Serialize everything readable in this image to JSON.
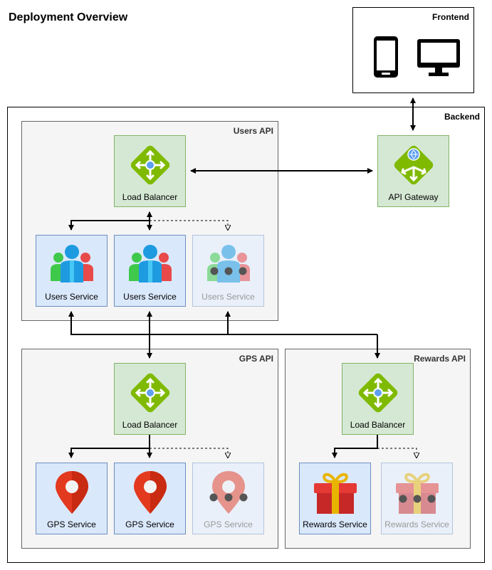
{
  "title": "Deployment Overview",
  "frontend": {
    "label": "Frontend",
    "devices": [
      "mobile-phone-icon",
      "desktop-monitor-icon"
    ]
  },
  "backend": {
    "label": "Backend"
  },
  "api_gateway": {
    "label": "API Gateway",
    "icon": "api-gateway-icon"
  },
  "users_api": {
    "label": "Users API",
    "load_balancer": "Load Balancer",
    "services": [
      {
        "label": "Users Service",
        "state": "active"
      },
      {
        "label": "Users Service",
        "state": "active"
      },
      {
        "label": "Users Service",
        "state": "inactive"
      }
    ]
  },
  "gps_api": {
    "label": "GPS API",
    "load_balancer": "Load Balancer",
    "services": [
      {
        "label": "GPS Service",
        "state": "active"
      },
      {
        "label": "GPS Service",
        "state": "active"
      },
      {
        "label": "GPS Service",
        "state": "inactive"
      }
    ]
  },
  "rewards_api": {
    "label": "Rewards API",
    "load_balancer": "Load Balancer",
    "services": [
      {
        "label": "Rewards Service",
        "state": "active"
      },
      {
        "label": "Rewards Service",
        "state": "inactive"
      }
    ]
  },
  "colors": {
    "lb_fill": "#d5e8d4",
    "lb_stroke": "#82b366",
    "svc_fill": "#dae8fc",
    "svc_stroke": "#6c8ebf",
    "lb_icon": "#7fba00"
  }
}
